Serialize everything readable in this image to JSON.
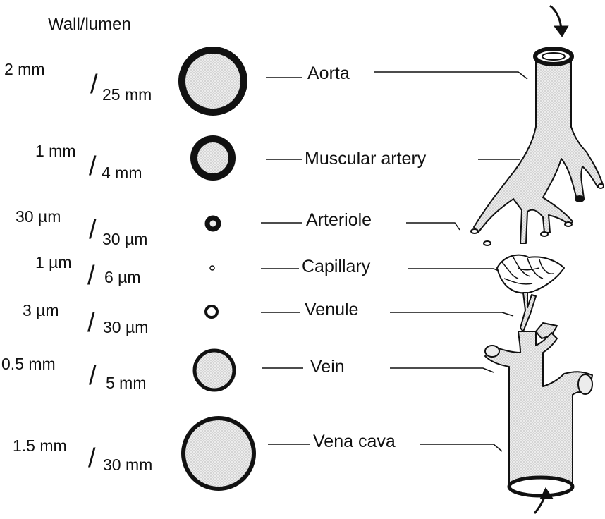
{
  "header": {
    "title": "Wall/lumen"
  },
  "vessels": [
    {
      "name": "Aorta",
      "wall": "2 mm",
      "lumen": "25 mm"
    },
    {
      "name": "Muscular artery",
      "wall": "1 mm",
      "lumen": "4 mm"
    },
    {
      "name": "Arteriole",
      "wall": "30 µm",
      "lumen": "30 µm"
    },
    {
      "name": "Capillary",
      "wall": "1 µm",
      "lumen": "6 µm"
    },
    {
      "name": "Venule",
      "wall": "3 µm",
      "lumen": "30 µm"
    },
    {
      "name": "Vein",
      "wall": "0.5 mm",
      "lumen": "5 mm"
    },
    {
      "name": "Vena cava",
      "wall": "1.5 mm",
      "lumen": "30 mm"
    }
  ],
  "colors": {
    "ink": "#111111",
    "lumen_fill": "#e6e6e6"
  }
}
